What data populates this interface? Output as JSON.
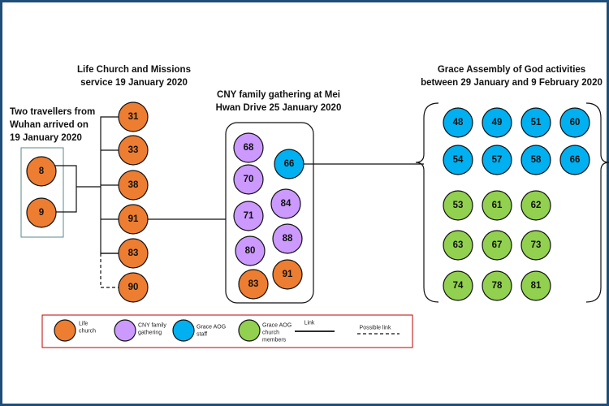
{
  "groups": {
    "travellers": {
      "title_line1": "Two travellers from",
      "title_line2": "Wuhan arrived on",
      "title_line3": "19 January 2020"
    },
    "life_church": {
      "title_line1": "Life Church and Missions",
      "title_line2": "service 19 January 2020"
    },
    "cny": {
      "title_line1": "CNY family gathering at Mei",
      "title_line2": "Hwan Drive 25 January 2020"
    },
    "grace": {
      "title_line1": "Grace Assembly of God activities",
      "title_line2": "between 29 January and 9 February 2020"
    }
  },
  "nodes": {
    "travellers": [
      "8",
      "9"
    ],
    "life_church": [
      "31",
      "33",
      "38",
      "91",
      "83",
      "90"
    ],
    "cny_purple": [
      "68",
      "70",
      "71",
      "80",
      "84",
      "88"
    ],
    "cny_staff": [
      "66"
    ],
    "cny_orange": [
      "83",
      "91"
    ],
    "grace_staff": [
      "48",
      "49",
      "51",
      "60",
      "54",
      "57",
      "58",
      "66"
    ],
    "grace_members": [
      "53",
      "61",
      "62",
      "63",
      "67",
      "73",
      "74",
      "78",
      "81"
    ]
  },
  "legend": {
    "life_church_line1": "Life",
    "life_church_line2": "church",
    "cny_line1": "CNY family",
    "cny_line2": "gathering",
    "staff_line1": "Grace AOG",
    "staff_line2": "staff",
    "members_line1": "Grace AOG",
    "members_line2": "church",
    "members_line3": "members",
    "link": "Link",
    "possible_link": "Possible link"
  },
  "colors": {
    "life_church": "#ed7d31",
    "cny_family": "#cc99ff",
    "grace_staff": "#00b0f0",
    "grace_members": "#92d050",
    "frame": "#1f4e79",
    "legend_border": "#c00000"
  }
}
